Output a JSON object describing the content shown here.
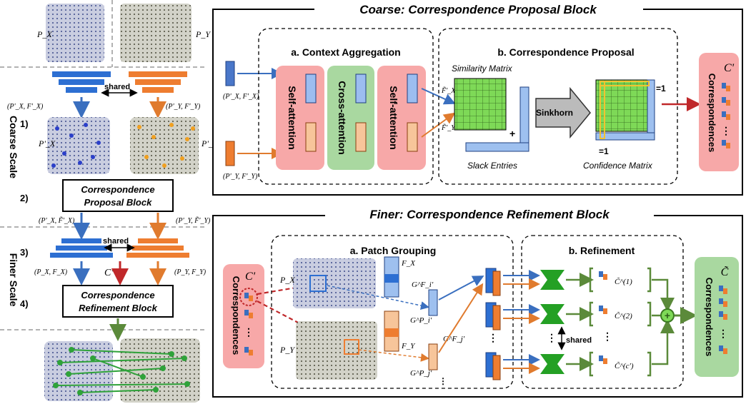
{
  "left": {
    "px_top": "P_X",
    "py_top": "P_Y",
    "shared1": "shared",
    "feat_x1": "(P'_X, F'_X)",
    "feat_y1": "(P'_Y, F'_Y)",
    "step1": "1)",
    "px_prime": "P'_X",
    "py_prime": "P'_Y",
    "coarse_scale": "Coarse Scale",
    "step2": "2)",
    "cpb_line1": "Correspondence",
    "cpb_line2": "Proposal Block",
    "feat_x2": "(P'_X, F̃'_X)",
    "feat_y2": "(P'_Y, F̃'_Y)",
    "step3": "3)",
    "shared2": "shared",
    "feat_x3": "(P_X, F_X)",
    "feat_y3": "(P_Y, F_Y)",
    "c_prime": "C'",
    "finer_scale": "Finer Scale",
    "step4": "4)",
    "crb_line1": "Correspondence",
    "crb_line2": "Refinement Block"
  },
  "coarse": {
    "title": "Coarse: Correspondence Proposal Block",
    "in_x": "(P'_X, F'_X)",
    "in_y": "(P'_Y, F'_Y)",
    "a_title": "a. Context Aggregation",
    "self_att1": "Self-attention",
    "cross_att": "Cross-attention",
    "self_att2": "Self-attention",
    "b_title": "b. Correspondence Proposal",
    "sim_matrix": "Similarity Matrix",
    "fx_tilde": "F̃'_X",
    "fy_tilde": "F̃'_Y",
    "sinkhorn": "Sinkhorn",
    "slack": "Slack Entries",
    "confidence": "Confidence Matrix",
    "eq1_right": "=1",
    "eq1_bottom": "=1",
    "out_label": "C'",
    "out_text": "Correspondences"
  },
  "finer": {
    "title": "Finer: Correspondence Refinement Block",
    "in_label": "C'",
    "in_text": "Correspondences",
    "a_title": "a. Patch Grouping",
    "px": "P_X",
    "py": "P_Y",
    "fx": "F_X",
    "fy": "F_Y",
    "gfi": "G^F_i'",
    "gpi": "G^P_i'",
    "gfj": "G^F_j'",
    "gpj": "G^P_j'",
    "b_title": "b. Refinement",
    "c1": "C̃^(1)",
    "c2": "C̃^(2)",
    "c3": "C̃^(c')",
    "shared": "shared",
    "out_label": "C̃",
    "out_text": "Correspondences"
  }
}
